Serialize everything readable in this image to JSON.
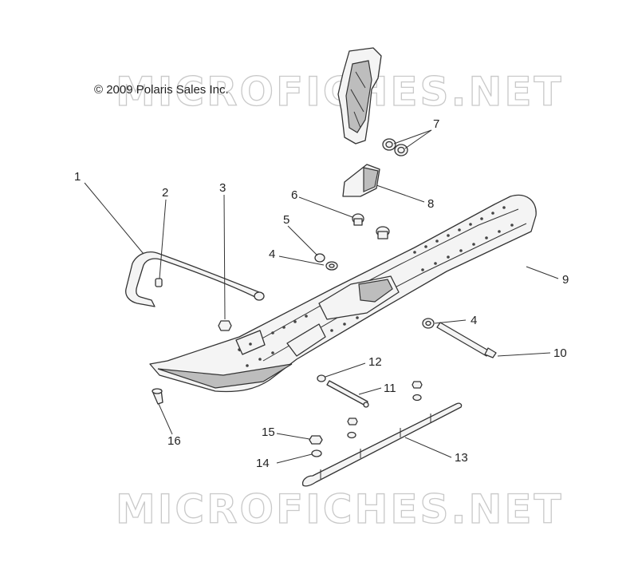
{
  "copyright": "© 2009 Polaris Sales Inc.",
  "watermark": "MICROFICHES.NET",
  "callouts": [
    {
      "id": "c1",
      "label": "1"
    },
    {
      "id": "c2",
      "label": "2"
    },
    {
      "id": "c3",
      "label": "3"
    },
    {
      "id": "c4a",
      "label": "4"
    },
    {
      "id": "c4b",
      "label": "4"
    },
    {
      "id": "c5",
      "label": "5"
    },
    {
      "id": "c6",
      "label": "6"
    },
    {
      "id": "c7",
      "label": "7"
    },
    {
      "id": "c8",
      "label": "8"
    },
    {
      "id": "c9",
      "label": "9"
    },
    {
      "id": "c10",
      "label": "10"
    },
    {
      "id": "c11",
      "label": "11"
    },
    {
      "id": "c12",
      "label": "12"
    },
    {
      "id": "c13",
      "label": "13"
    },
    {
      "id": "c14",
      "label": "14"
    },
    {
      "id": "c15",
      "label": "15"
    },
    {
      "id": "c16",
      "label": "16"
    }
  ]
}
